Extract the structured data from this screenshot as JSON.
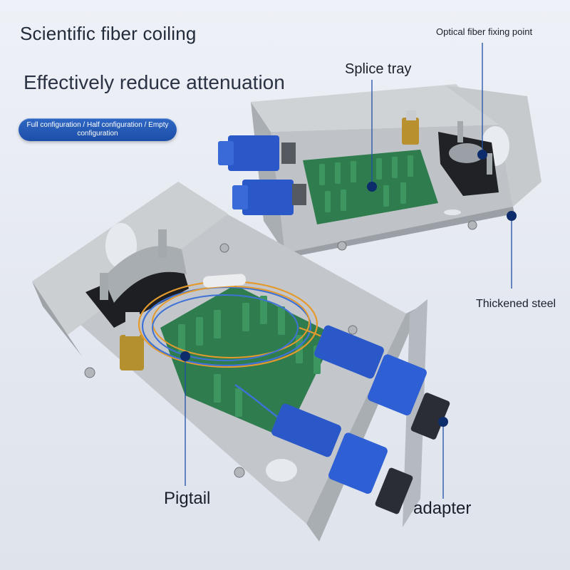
{
  "headline": "Scientific fiber coiling",
  "subheadline": "Effectively reduce attenuation",
  "config_badge": "Full configuration / Half configuration / Empty configuration",
  "callouts": {
    "fixing_point": "Optical fiber fixing point",
    "splice_tray": "Splice tray",
    "thickened_steel": "Thickened steel",
    "pigtail": "Pigtail",
    "adapter": "adapter"
  },
  "colors": {
    "accent_blue": "#1e4fa8",
    "callout_dot": "#0d2c6b",
    "steel": "#b7bcc1",
    "tray_green": "#2f7d4e",
    "connector_blue": "#2a58c8"
  }
}
